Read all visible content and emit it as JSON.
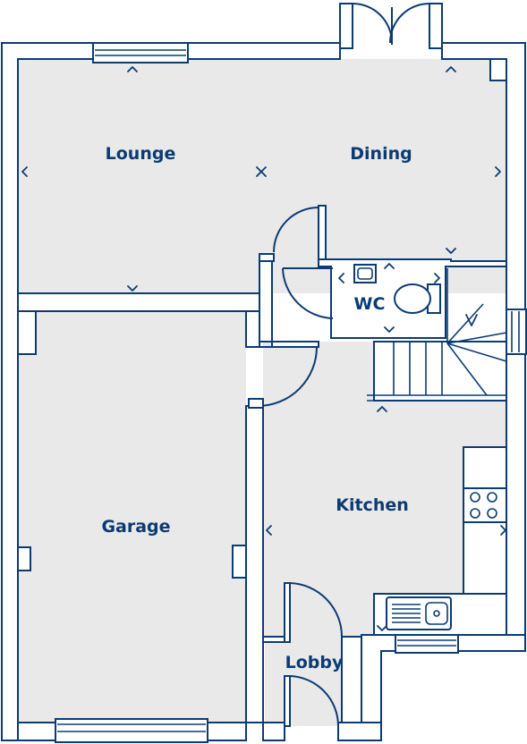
{
  "rooms": {
    "lounge": "Lounge",
    "dining": "Dining",
    "wc": "WC",
    "garage": "Garage",
    "kitchen": "Kitchen",
    "lobby": "Lobby"
  },
  "colors": {
    "wall": "#0b3b73",
    "floor": "#e9e9ea",
    "background": "#ffffff"
  }
}
